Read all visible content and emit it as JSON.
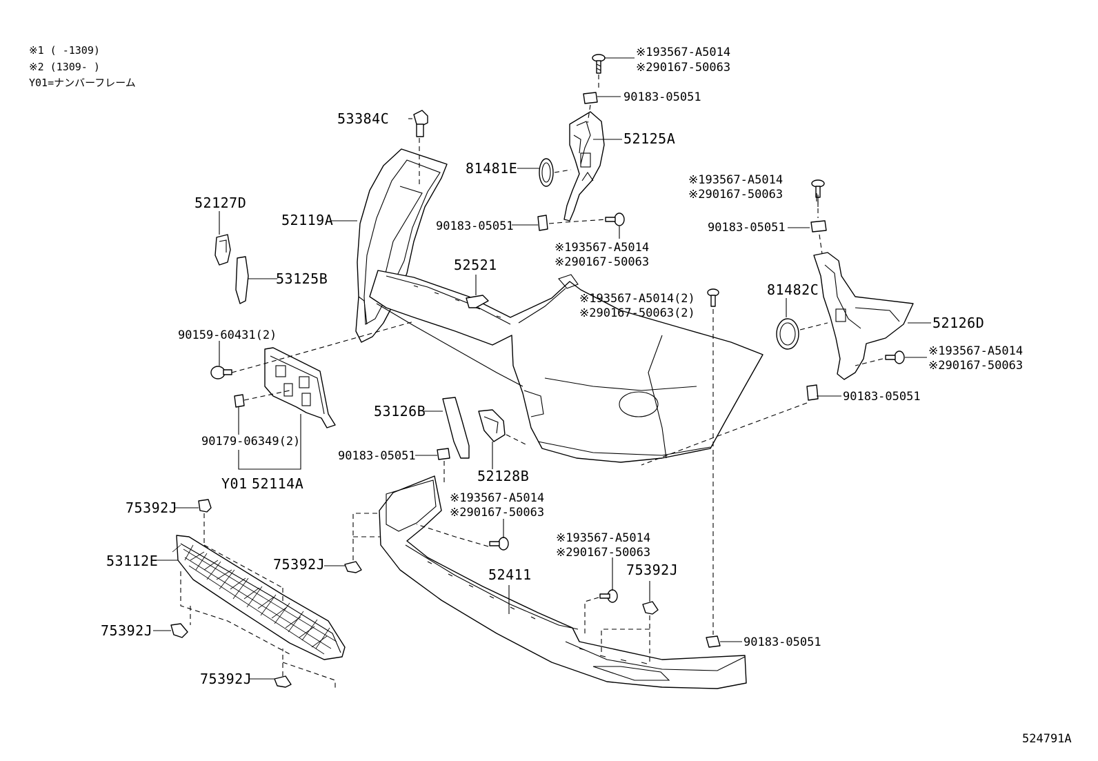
{
  "diagram_id": "524791A",
  "notes": [
    "※1 (      -1309)",
    "※2 (1309-      )",
    "Y01=ナンバーフレーム"
  ],
  "labels": {
    "bolt_top_1": "※193567-A5014",
    "bolt_top_2": "※290167-50063",
    "nut_top": "90183-05051",
    "l53384C": "53384C",
    "l52125A": "52125A",
    "l81481E": "81481E",
    "l52127D": "52127D",
    "l52119A": "52119A",
    "bolt_r1_1": "※193567-A5014",
    "bolt_r1_2": "※290167-50063",
    "nut_mid_l": "90183-05051",
    "nut_r1": "90183-05051",
    "bolt_mid_1": "※193567-A5014",
    "bolt_mid_2": "※290167-50063",
    "l53125B": "53125B",
    "l52521": "52521",
    "l81482C": "81482C",
    "bolt_c_1": "※193567-A5014(2)",
    "bolt_c_2": "※290167-50063(2)",
    "l52126D": "52126D",
    "l90159": "90159-60431(2)",
    "bolt_r2_1": "※193567-A5014",
    "bolt_r2_2": "※290167-50063",
    "nut_r2": "90183-05051",
    "l53126B": "53126B",
    "l90179": "90179-06349(2)",
    "nut_l2": "90183-05051",
    "l52128B": "52128B",
    "y01": "Y01",
    "l52114A": "52114A",
    "l75392J_1": "75392J",
    "bolt_l3_1": "※193567-A5014",
    "bolt_l3_2": "※290167-50063",
    "l53112E": "53112E",
    "l75392J_2": "75392J",
    "bolt_b_1": "※193567-A5014",
    "bolt_b_2": "※290167-50063",
    "l75392J_3": "75392J",
    "l52411": "52411",
    "l75392J_4": "75392J",
    "nut_b": "90183-05051",
    "l75392J_5": "75392J"
  }
}
